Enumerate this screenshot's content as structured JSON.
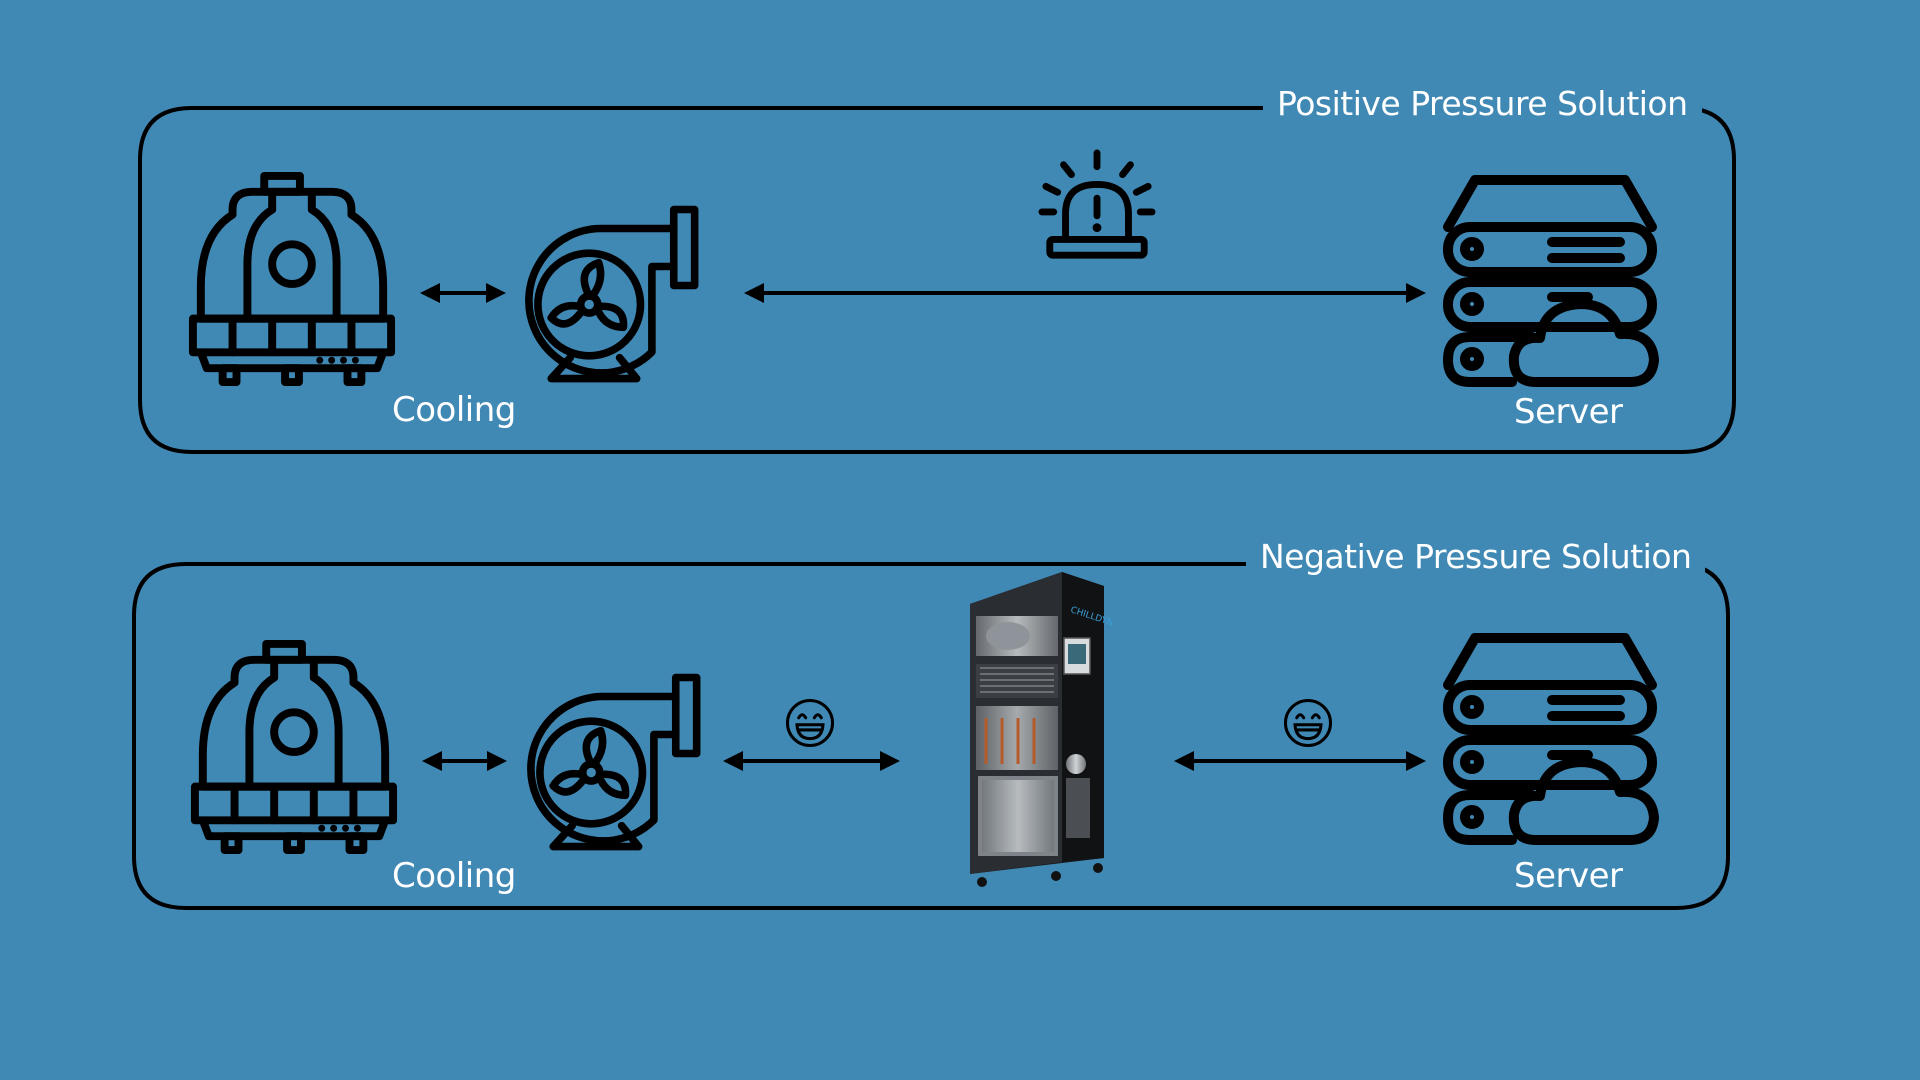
{
  "colors": {
    "background": "#4189b5",
    "stroke": "#000000",
    "text": "#ffffff"
  },
  "positive_panel": {
    "title": "Positive Pressure Solution",
    "cooling_label": "Cooling",
    "server_label": "Server",
    "icons": [
      "cooling-tower-icon",
      "centrifugal-fan-icon",
      "alarm-siren-icon",
      "server-cloud-icon"
    ]
  },
  "negative_panel": {
    "title": "Negative Pressure Solution",
    "cooling_label": "Cooling",
    "server_label": "Server",
    "icons": [
      "cooling-tower-icon",
      "centrifugal-fan-icon",
      "smiley-icon",
      "chiller-unit-image",
      "smiley-icon",
      "server-cloud-icon"
    ],
    "unit_brand": "CHILLDYNE"
  }
}
